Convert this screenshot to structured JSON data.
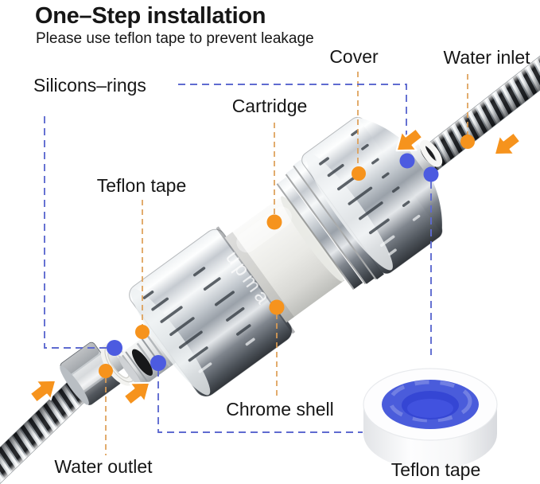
{
  "header": {
    "title": "One–Step installation",
    "subtitle": "Please use teflon tape to prevent leakage"
  },
  "labels": {
    "cover": "Cover",
    "water_inlet": "Water inlet",
    "silicons_rings": "Silicons–rings",
    "cartridge": "Cartridge",
    "teflon_tape": "Teflon tape",
    "chrome_shell": "Chrome shell",
    "water_outlet": "Water outlet",
    "teflon_tape_roll": "Teflon tape"
  },
  "product": {
    "brand_text": "upma"
  },
  "colors": {
    "text": "#161616",
    "marker_orange": "#f6931d",
    "leader_orange": "#dd9d54",
    "marker_blue": "#4c5be0",
    "leader_blue": "#5f6bd0",
    "tape_ring_blue": "#4a5cdb",
    "tape_core_blue": "#3546d4"
  }
}
